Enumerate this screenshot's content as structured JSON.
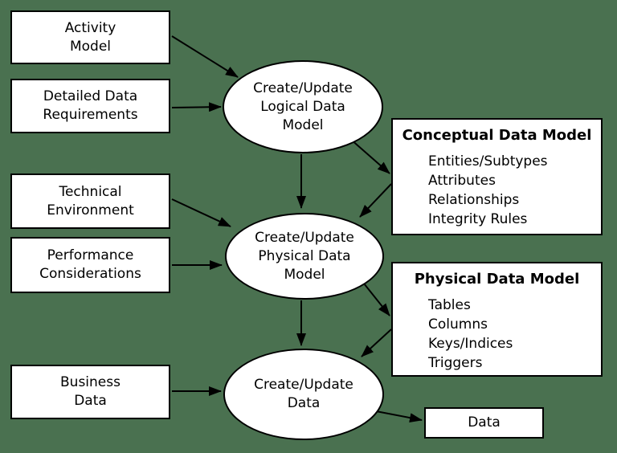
{
  "canvas": {
    "background": "#4a7150",
    "node_fill": "#ffffff",
    "stroke": "#000000"
  },
  "inputs": [
    {
      "id": "activity-model",
      "lines": [
        "Activity",
        "Model"
      ]
    },
    {
      "id": "detailed-data-requirements",
      "lines": [
        "Detailed Data",
        "Requirements"
      ]
    },
    {
      "id": "technical-environment",
      "lines": [
        "Technical",
        "Environment"
      ]
    },
    {
      "id": "performance-considerations",
      "lines": [
        "Performance",
        "Considerations"
      ]
    },
    {
      "id": "business-data",
      "lines": [
        "Business",
        "Data"
      ]
    }
  ],
  "processes": [
    {
      "id": "create-update-logical-data-model",
      "lines": [
        "Create/Update",
        "Logical Data",
        "Model"
      ]
    },
    {
      "id": "create-update-physical-data-model",
      "lines": [
        "Create/Update",
        "Physical Data",
        "Model"
      ]
    },
    {
      "id": "create-update-data",
      "lines": [
        "Create/Update",
        "Data"
      ]
    }
  ],
  "stores": [
    {
      "id": "conceptual-data-model",
      "title": "Conceptual Data Model",
      "items": [
        "Entities/Subtypes",
        "Attributes",
        "Relationships",
        "Integrity Rules"
      ]
    },
    {
      "id": "physical-data-model",
      "title": "Physical Data Model",
      "items": [
        "Tables",
        "Columns",
        "Keys/Indices",
        "Triggers"
      ]
    },
    {
      "id": "data-store",
      "label": "Data"
    }
  ],
  "edges": [
    {
      "from": "activity-model",
      "to": "create-update-logical-data-model"
    },
    {
      "from": "detailed-data-requirements",
      "to": "create-update-logical-data-model"
    },
    {
      "from": "technical-environment",
      "to": "create-update-physical-data-model"
    },
    {
      "from": "performance-considerations",
      "to": "create-update-physical-data-model"
    },
    {
      "from": "business-data",
      "to": "create-update-data"
    },
    {
      "from": "create-update-logical-data-model",
      "to": "create-update-physical-data-model"
    },
    {
      "from": "create-update-logical-data-model",
      "to": "conceptual-data-model"
    },
    {
      "from": "conceptual-data-model",
      "to": "create-update-physical-data-model"
    },
    {
      "from": "create-update-physical-data-model",
      "to": "physical-data-model"
    },
    {
      "from": "physical-data-model",
      "to": "create-update-data"
    },
    {
      "from": "create-update-physical-data-model",
      "to": "create-update-data"
    },
    {
      "from": "create-update-data",
      "to": "data-store"
    }
  ]
}
